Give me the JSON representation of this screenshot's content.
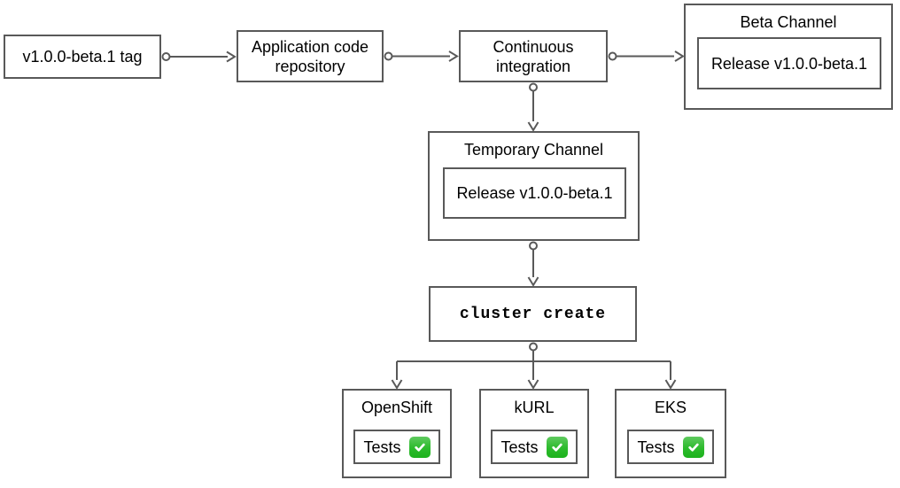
{
  "colors": {
    "background": "#ffffff",
    "node_fill": "#ffffff",
    "stroke": "#595959",
    "text": "#000000",
    "check_green_top": "#5fca5f",
    "check_green_bottom": "#1db21d",
    "check_mark": "#ffffff"
  },
  "nodes": {
    "tag": {
      "label": "v1.0.0-beta.1 tag"
    },
    "app_repo": {
      "label": "Application code repository"
    },
    "ci": {
      "label": "Continuous integration"
    },
    "beta_channel": {
      "title": "Beta Channel",
      "release_label": "Release v1.0.0-beta.1"
    },
    "temporary_channel": {
      "title": "Temporary Channel",
      "release_label": "Release v1.0.0-beta.1"
    },
    "cluster_create": {
      "label": "cluster create"
    },
    "clusters": [
      {
        "title": "OpenShift",
        "tests_label": "Tests",
        "status_icon": "check-mark-button"
      },
      {
        "title": "kURL",
        "tests_label": "Tests",
        "status_icon": "check-mark-button"
      },
      {
        "title": "EKS",
        "tests_label": "Tests",
        "status_icon": "check-mark-button"
      }
    ]
  }
}
